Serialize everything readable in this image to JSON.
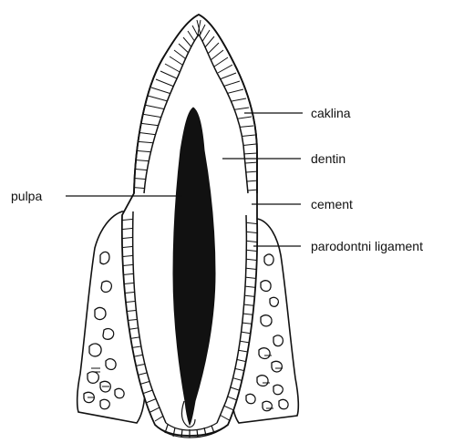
{
  "labels": {
    "enamel": "caklina",
    "dentin": "dentin",
    "pulp": "pulpa",
    "cementum": "cement",
    "pdl": "parodontni ligament"
  },
  "colors": {
    "ink": "#111111",
    "background": "#ffffff"
  }
}
